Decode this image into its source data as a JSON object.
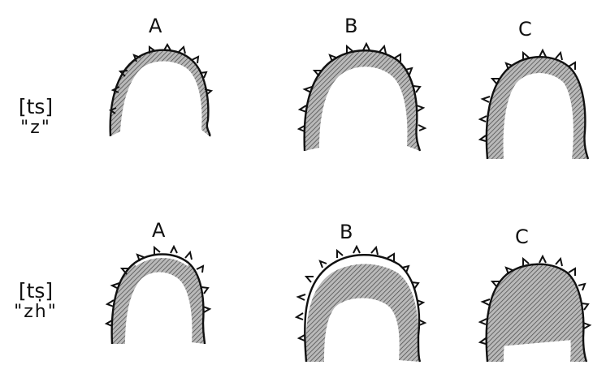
{
  "columns": [
    "A",
    "B",
    "C",
    "A",
    "B",
    "C"
  ],
  "rows": [
    {
      "ipa": "[ts]",
      "romanization": "\"z\""
    },
    {
      "ipa": "[tṣ]",
      "romanization": "\"zh\""
    }
  ]
}
